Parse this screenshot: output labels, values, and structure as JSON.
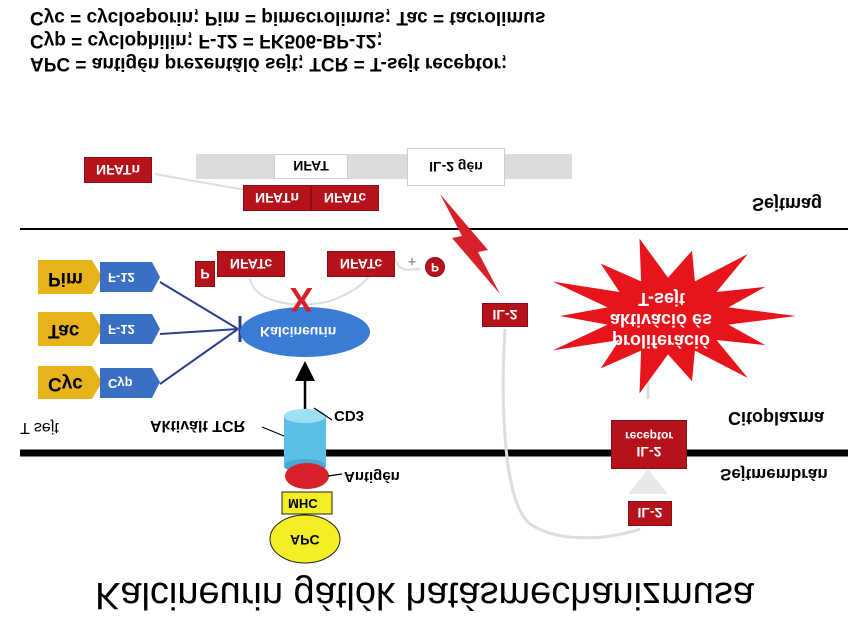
{
  "legend": {
    "line1": "APC = antigén prezentáló sejt; TCR = T-sejt receptor;",
    "line2": "Cyp = cyclophilin;  F-12 = FK506-BP-12;",
    "line3": "Cyc = cyclosporin; Pim = pimecrolimus; Tac = tacrolimus"
  },
  "title": "Kalcineurin gátlók hatásmechanizmusa",
  "compartments": {
    "nucleus": "Sejtmag",
    "cytoplasm": "Citoplazma",
    "membrane": "Sejtmembrán",
    "t_cell": "T sejt"
  },
  "labels": {
    "activated_tcr": "Aktivált TCR",
    "cd3": "CD3",
    "antigen": "Antigén",
    "mhc": "MHC",
    "apc": "APC",
    "calcineurin": "Kalcineurin",
    "block_mark": "X",
    "il2_gene": "IL-2 gén",
    "nfat": "NFAT",
    "nfat_n": "NFATn",
    "nfat_c": "NFATc",
    "p_box": "P",
    "p_circle": "P",
    "plus": "+",
    "il2_cytoplasm": "IL-2",
    "il2_receptor_line1": "IL-2",
    "il2_receptor_line2": "receptor",
    "il2_outside": "IL-2",
    "burst_line1": "T-sejt",
    "burst_line2": "aktiváció és",
    "burst_line3": "proliferáció"
  },
  "drugs": [
    {
      "drug": "Cyc",
      "partner": "Cyp"
    },
    {
      "drug": "Tac",
      "partner": "F-12"
    },
    {
      "drug": "Pim",
      "partner": "F-12"
    }
  ],
  "colors": {
    "red": "#b5121b",
    "gold": "#e8b21a",
    "blue": "#3a6fc4",
    "membrane_cyan": "#5bc0e8",
    "yellow": "#f4ee25"
  }
}
